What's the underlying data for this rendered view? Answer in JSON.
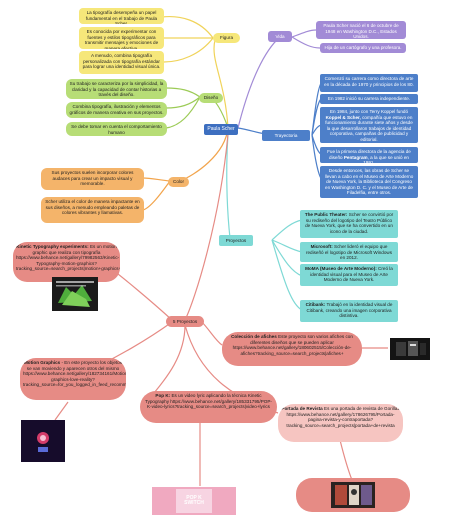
{
  "root": "Paula Scher",
  "branches": {
    "figura": {
      "label": "Figura",
      "items": [
        "La tipografía desempeña un papel fundamental en el trabajo de Paula Scher.",
        "Es conocida por experimentar con fuentes y estilos tipográficos para transmitir mensajes y emociones de manera efectiva.",
        "A menudo, combina tipografía personalizada con tipografía estándar para lograr una identidad visual única."
      ]
    },
    "diseno": {
      "label": "Diseño",
      "items": [
        "Su trabajo se caracteriza por la simplicidad, la claridad y la capacidad de contar historias a través del diseño.",
        "Combina tipografía, ilustración y elementos gráficos de manera creativa en sus proyectos.",
        "Se debe tomar en cuenta el comportamiento humano"
      ]
    },
    "color": {
      "label": "Color",
      "items": [
        "Sus proyectos suelen incorporar colores audaces para crear un impacto visual y memorable.",
        "Scher utiliza el color de manera impactante en sus diseños, a menudo empleando paletas de colores vibrantes y llamativas."
      ]
    },
    "vida": {
      "label": "Vida",
      "items": [
        "Paula Scher nació el 6 de octubre de 1948 en Washington D.C., Estados Unidos.",
        "Hija de un cartógrafo y una profesora."
      ]
    },
    "trayectoria": {
      "label": "Trayectoria",
      "items": [
        {
          "lead": "",
          "text": "Comenzó su carrera como directora de arte en la década de 1970 y principios de los 80."
        },
        {
          "lead": "",
          "text": "En 1982 inició su carrera independiente."
        },
        {
          "lead": "",
          "text": "En 1984, junto con Terry Koppel fundó",
          "bold": "Koppel & Scher,",
          "rest": "compañía que estuvo en funcionamiento durante siete años y desde la que desarrollaron trabajos de identidad corporativa, campañas de publicidad y editorial."
        },
        {
          "lead": "",
          "text": "Fue la primera directora de la agencia de diseño",
          "bold": "Pentagram",
          "rest": ", a la que se unió en 1991."
        },
        {
          "lead": "",
          "text": "Desde entonces, las obras de Scher se llevan a cabo en el Museo de Arte Moderno de Nueva York, la Biblioteca del Congreso en Washington D. C. y el Museo de Arte de Filadelfia, entre otros."
        }
      ]
    },
    "proyectos": {
      "label": "Proyectos",
      "items": [
        {
          "bold": "The Public Theater:",
          "rest": "Scher se convirtió por su rediseño del logotipo del Teatro Público de Nueva York, que se ha convertido en un icono de la ciudad."
        },
        {
          "bold": "Microsoft:",
          "rest": "Scher lideró el equipo que rediseñó el logotipo de Microsoft Windows en 2012."
        },
        {
          "bold": "MoMA (Museo de Arte Moderno):",
          "rest": "Creó la identidad visual para el Museo de Arte Moderno de Nueva York."
        },
        {
          "bold": "Citibank:",
          "rest": "Trabajó en la identidad visual de Citibank, creando una imagen corporativa distintiva."
        }
      ]
    },
    "cinco": {
      "label": "5 Proyectos",
      "items": [
        {
          "bold": "Kinetic Typography experiments:",
          "rest": "Es un motion graphic que realiza con tipografía https://www.behance.net/gallery/79982563/Kinetic-Typography-motion-graphics?tracking_source=search_projects|motion+graphics+kinetic+typography"
        },
        {
          "bold": "Colección de afiches",
          "rest": "Este proyecto son varios afiches con diferentes diseños que se pueden aplicar https://www.behance.net/gallery/180602515/Colección-de-afiches?tracking_source=search_projects|afiches+"
        },
        {
          "bold": "Motion Graphics",
          "rest": "- En este proyecto los objetos se van moviendo y aparecen otros del mismo https://www.behance.net/gallery/182734161/Motion-graphics-love-reality?tracking_source=for_you_logged_in_feed_recommended"
        },
        {
          "bold": "Pop K:",
          "rest": "Es un video lyric aplicando la técnica Kinetic Typography https://www.behance.net/gallery/185331795/POP-K-video-lyrics?tracking_source=search_projects|video+lyrics"
        },
        {
          "bold": "Portada de Revista",
          "rest": "Es una portada de revista de Gorillaz https://www.behance.net/gallery/178626795/Portada-pagina-revista-y-contraportada?tracking_source=search_projects|portada+de+revista"
        }
      ]
    }
  },
  "thumb_caption": "POP K SWITCH"
}
